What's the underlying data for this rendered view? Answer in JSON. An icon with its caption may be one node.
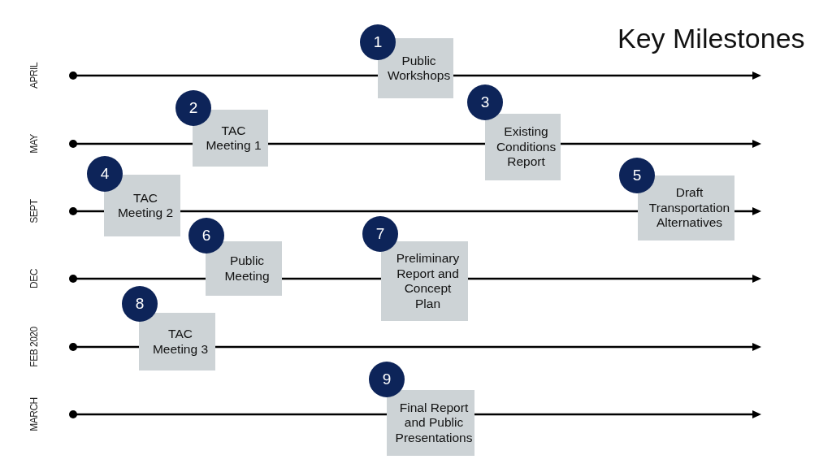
{
  "diagram": {
    "title": "Key Milestones",
    "nodes": [
      {
        "text": [
          "1"
        ]
      },
      {
        "text": [
          "Public Workshops"
        ]
      },
      {
        "text": [
          "2"
        ]
      },
      {
        "text": [
          "TAC Meeting 1"
        ]
      },
      {
        "text": [
          "3"
        ]
      },
      {
        "text": [
          "Existing Conditions Report"
        ]
      },
      {
        "text": [
          "4"
        ]
      },
      {
        "text": [
          "TAC Meeting 2"
        ]
      },
      {
        "text": [
          "5"
        ]
      },
      {
        "text": [
          "Draft Transportation Alternatives"
        ]
      },
      {
        "text": [
          "6"
        ]
      },
      {
        "text": [
          "Public Meeting"
        ]
      },
      {
        "text": [
          "7"
        ]
      },
      {
        "text": [
          "Preliminary Report and Concept Plan"
        ]
      },
      {
        "text": [
          "8"
        ]
      },
      {
        "text": [
          "TAC Meeting 3"
        ]
      },
      {
        "text": [
          "9"
        ]
      },
      {
        "text": [
          "Final Report and Public Presentations"
        ]
      }
    ],
    "edges": [],
    "labels": [
      "APRIL",
      "MAY",
      "SEPT",
      "DEC",
      "FEB 2020",
      "MARCH"
    ]
  }
}
